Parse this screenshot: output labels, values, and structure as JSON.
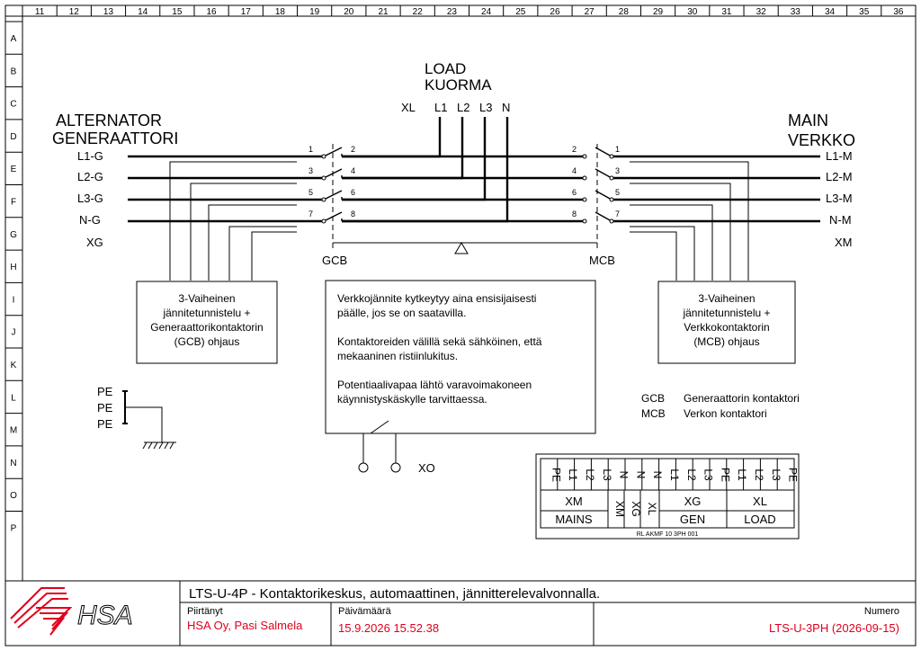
{
  "grid": {
    "columns": [
      "11",
      "12",
      "13",
      "14",
      "15",
      "16",
      "17",
      "18",
      "19",
      "20",
      "21",
      "22",
      "23",
      "24",
      "25",
      "26",
      "27",
      "28",
      "29",
      "30",
      "31",
      "32",
      "33",
      "34",
      "35",
      "36"
    ],
    "rows": [
      "A",
      "B",
      "C",
      "D",
      "E",
      "F",
      "G",
      "H",
      "I",
      "J",
      "K",
      "L",
      "M",
      "N",
      "O",
      "P"
    ]
  },
  "load": {
    "title1": "LOAD",
    "title2": "KUORMA",
    "terminals": [
      "XL",
      "L1",
      "L2",
      "L3",
      "N"
    ]
  },
  "alternator": {
    "title1": "ALTERNATOR",
    "title2": "GENERAATTORI",
    "lines": [
      "L1-G",
      "L2-G",
      "L3-G",
      "N-G",
      "XG"
    ]
  },
  "main": {
    "title1": "MAIN",
    "title2": "VERKKO",
    "lines": [
      "L1-M",
      "L2-M",
      "L3-M",
      "N-M",
      "XM"
    ]
  },
  "gcb": {
    "label": "GCB",
    "pin_in": [
      "1",
      "3",
      "5",
      "7"
    ],
    "pin_out": [
      "2",
      "4",
      "6",
      "8"
    ]
  },
  "mcb": {
    "label": "MCB",
    "pin_in": [
      "2",
      "4",
      "6",
      "8"
    ],
    "pin_out": [
      "1",
      "3",
      "5",
      "7"
    ]
  },
  "box_gen": {
    "lines": [
      "3-Vaiheinen",
      "jännitetunnistelu +",
      "Generaattorikontaktorin",
      "(GCB) ohjaus"
    ]
  },
  "box_main": {
    "lines": [
      "3-Vaiheinen",
      "jännitetunnistelu +",
      "Verkkokontaktorin",
      "(MCB) ohjaus"
    ]
  },
  "box_note": {
    "lines": [
      "Verkkojännite kytkeytyy aina ensisijaisesti",
      "päälle, jos se on saatavilla.",
      "",
      "Kontaktoreiden välillä sekä sähköinen, että",
      "mekaaninen ristiinlukitus.",
      "",
      "Potentiaalivapaa lähtö varavoimakoneen",
      "käynnistyskäskylle tarvittaessa."
    ]
  },
  "pe": {
    "labels": [
      "PE",
      "PE",
      "PE"
    ]
  },
  "xo": {
    "label": "XO"
  },
  "legend": [
    {
      "code": "GCB",
      "text": "Generaattorin kontaktori"
    },
    {
      "code": "MCB",
      "text": "Verkon kontaktori"
    }
  ],
  "terminal_block": {
    "terminals": [
      "PE",
      "L1",
      "L2",
      "L3",
      "N",
      "N",
      "N",
      "L1",
      "L2",
      "L3",
      "PE",
      "L1",
      "L2",
      "L3",
      "PE"
    ],
    "groups": [
      "XM",
      "XM",
      "XG",
      "XL",
      "XG",
      "XL"
    ],
    "bottom": [
      "MAINS",
      "GEN",
      "LOAD"
    ],
    "code": "RL AKMF 10 3PH 001"
  },
  "title_block": {
    "logo": "HSA",
    "title": "LTS-U-4P - Kontaktorikeskus, automaattinen, jännitterelevalvonnalla.",
    "drawn_label": "Piirtänyt",
    "drawn_value": "HSA Oy, Pasi Salmela",
    "date_label": "Päivämäärä",
    "date_value": "15.9.2026 15.52.38",
    "number_label": "Numero",
    "number_value": "LTS-U-3PH (2026-09-15)"
  },
  "colors": {
    "accent_red": "#e0001b",
    "line": "#000000"
  }
}
